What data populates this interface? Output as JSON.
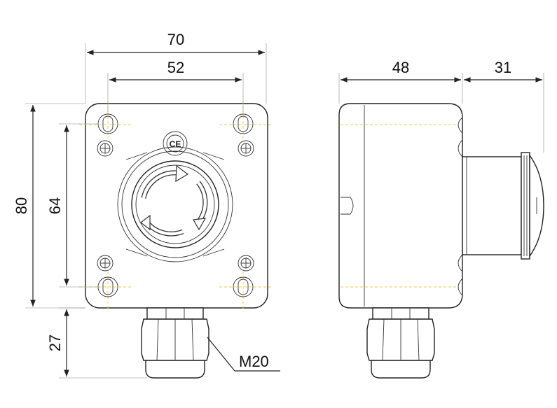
{
  "dimensions": {
    "width_outer": "70",
    "width_holes": "52",
    "height_outer": "80",
    "height_holes": "64",
    "gland_length": "27",
    "side_depth": "48",
    "button_depth": "31"
  },
  "labels": {
    "thread": "M20",
    "cert_mark": "CE"
  },
  "colors": {
    "line": "#222222",
    "centerline": "#e8d24a"
  }
}
